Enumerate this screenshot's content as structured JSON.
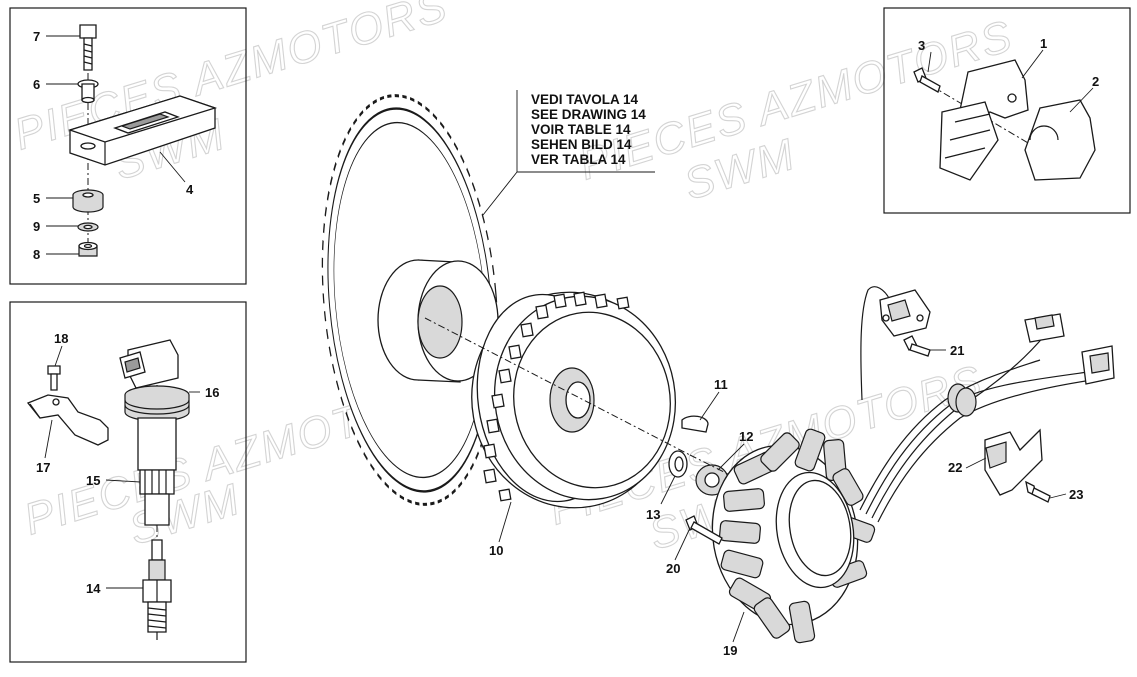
{
  "note": {
    "lines": [
      "VEDI TAVOLA 14",
      "SEE DRAWING 14",
      "VOIR TABLE 14",
      "SEHEN BILD 14",
      "VER TABLA 14"
    ]
  },
  "watermark": {
    "lines": [
      "PIECES AZMOTORS",
      "SWM"
    ]
  },
  "callouts": {
    "c1": "1",
    "c2": "2",
    "c3": "3",
    "c4": "4",
    "c5": "5",
    "c6": "6",
    "c7": "7",
    "c8": "8",
    "c9": "9",
    "c10": "10",
    "c11": "11",
    "c12": "12",
    "c13": "13",
    "c14": "14",
    "c15": "15",
    "c16": "16",
    "c17": "17",
    "c18": "18",
    "c19": "19",
    "c20": "20",
    "c21": "21",
    "c22": "22",
    "c23": "23"
  },
  "icons": {
    "flywheel": "flywheel-icon",
    "starter_gear": "starter-gear-icon",
    "stator": "stator-icon",
    "ignition_coil": "ignition-coil-icon",
    "spark_plug": "spark-plug-icon",
    "regulator": "voltage-regulator-icon",
    "pickup_sensor": "pickup-sensor-icon"
  }
}
